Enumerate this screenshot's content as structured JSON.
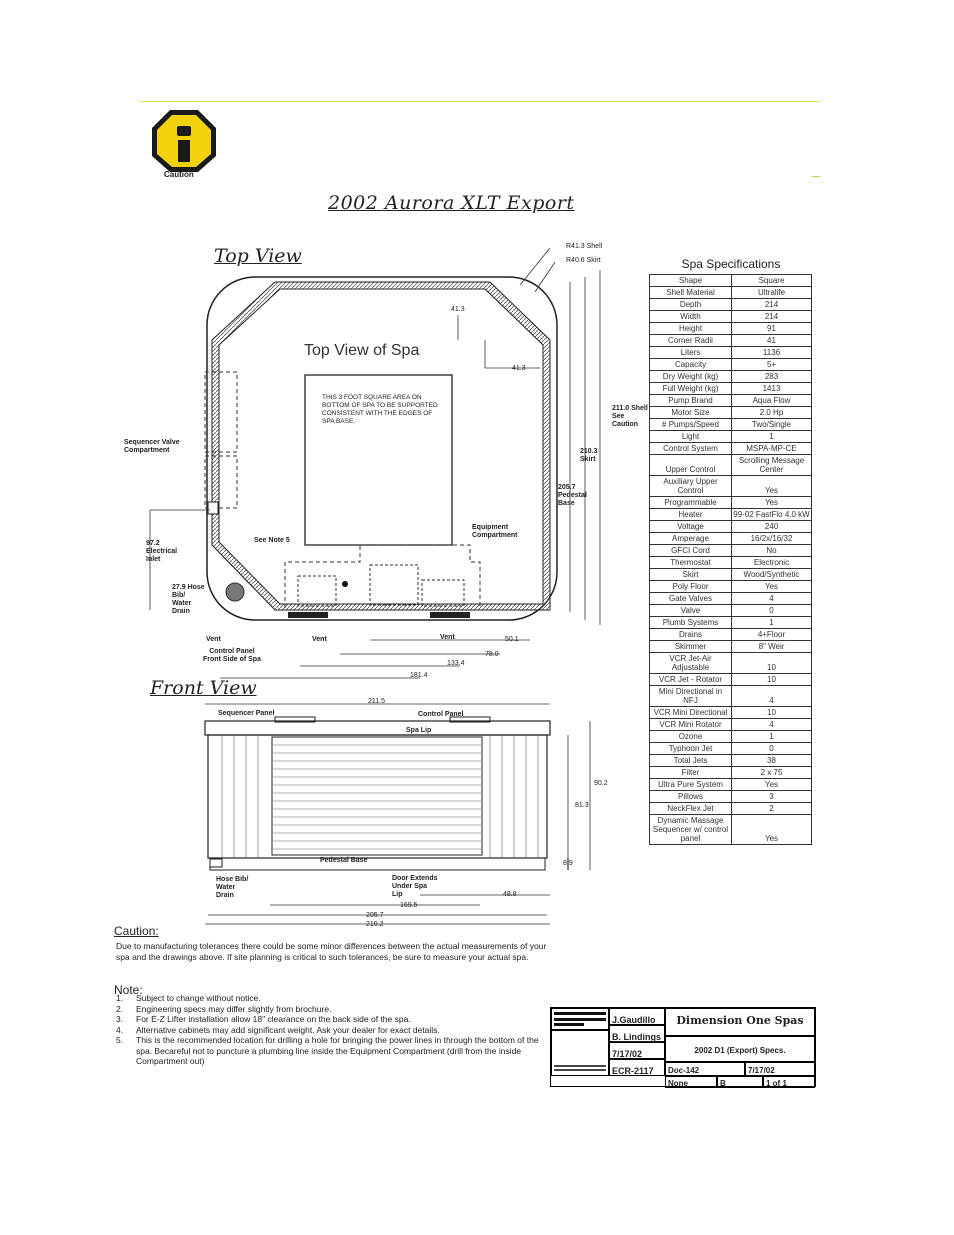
{
  "header": {
    "caution_label": "Caution",
    "title": "2002 Aurora XLT Export"
  },
  "colors": {
    "caution_yellow": "#f2d20c",
    "rule_yellow": "#e8e04a"
  },
  "top_view": {
    "title": "Top View",
    "inner_title": "Top View of Spa",
    "square_note": "THIS 3 FOOT SQUARE AREA ON BOTTOM OF SPA TO BE SUPPORTED CONSISTENT WITH THE EDGES OF SPA BASE.",
    "labels": {
      "shell_r": "R41.3 Shell",
      "skirt_r": "R40.6 Skirt",
      "dim_41_3_a": "41.3",
      "dim_41_3_b": "41.3",
      "shell_dim": "211.0 Shell See Caution",
      "skirt_dim": "210.3 Skirt",
      "pedestal_dim": "205.7 Pedestal Base",
      "sequencer_valve": "Sequencer Valve Compartment",
      "electrical_inlet": "97.2 Electrical Inlet",
      "hose_bib": "27.9 Hose Bib/ Water Drain",
      "see_note": "See Note 5",
      "equipment": "Equipment Compartment",
      "vent_a": "Vent",
      "vent_b": "Vent",
      "vent_c": "Vent",
      "control_panel": "Control Panel Front Side of Spa",
      "dim_50_1": "50.1",
      "dim_78_0": "78.0",
      "dim_133_4": "133.4",
      "dim_181_4": "181.4"
    }
  },
  "front_view": {
    "title": "Front View",
    "labels": {
      "dim_211_5": "211.5",
      "sequencer_panel": "Sequencer Panel",
      "control_panel": "Control Panel",
      "spa_lip": "Spa Lip",
      "dim_90_2": "90.2",
      "dim_81_3": "81.3",
      "dim_8_9": "8.9",
      "pedestal_base": "Pedestal Base",
      "hose_bib": "Hose Bib/ Water Drain",
      "door_extends": "Door Extends Under Spa Lip",
      "dim_48_8": "48.8",
      "dim_169_5": "169.5",
      "dim_205_7": "205.7",
      "dim_210_2": "210.2"
    }
  },
  "specs": {
    "title": "Spa Specifications",
    "rows": [
      [
        "Shape",
        "Square"
      ],
      [
        "Shell Material",
        "Ultralife"
      ],
      [
        "Depth",
        "214"
      ],
      [
        "Width",
        "214"
      ],
      [
        "Height",
        "91"
      ],
      [
        "Corner Radii",
        "41"
      ],
      [
        "Liters",
        "1136"
      ],
      [
        "Capacity",
        "5+"
      ],
      [
        "Dry Weight (kg)",
        "283"
      ],
      [
        "Full Weight (kg)",
        "1413"
      ],
      [
        "Pump Brand",
        "Aqua Flow"
      ],
      [
        "Motor Size",
        "2.0 Hp"
      ],
      [
        "# Pumps/Speed",
        "Two/Single"
      ],
      [
        "Light",
        "1"
      ],
      [
        "Control System",
        "MSPA-MP-CE"
      ],
      [
        "Upper Control",
        "Scrolling Message Center"
      ],
      [
        "Auxiliary Upper Control",
        "Yes"
      ],
      [
        "Programmable",
        "Yes"
      ],
      [
        "Heater",
        "99-02 FastFlo 4.0 kW"
      ],
      [
        "Voltage",
        "240"
      ],
      [
        "Amperage",
        "16/2x/16/32"
      ],
      [
        "GFCI Cord",
        "No"
      ],
      [
        "Thermostat",
        "Electronic"
      ],
      [
        "Skirt",
        "Wood/Synthetic"
      ],
      [
        "Poly Floor",
        "Yes"
      ],
      [
        "Gate Valves",
        "4"
      ],
      [
        "Valve",
        "0"
      ],
      [
        "Plumb Systems",
        "1"
      ],
      [
        "Drains",
        "4+Floor"
      ],
      [
        "Skimmer",
        "8\" Weir"
      ],
      [
        "VCR Jet-Air Adjustable",
        "10"
      ],
      [
        "VCR Jet - Rotator",
        "10"
      ],
      [
        "Mini Directional in NFJ",
        "4"
      ],
      [
        "VCR Mini Directional",
        "10"
      ],
      [
        "VCR Mini Rotator",
        "4"
      ],
      [
        "Ozone",
        "1"
      ],
      [
        "Typhoon Jet",
        "0"
      ],
      [
        "Total Jets",
        "38"
      ],
      [
        "Filter",
        "2 x 75"
      ],
      [
        "Ultra Pure System",
        "Yes"
      ],
      [
        "Pillows",
        "3"
      ],
      [
        "NeckFlex Jet",
        "2"
      ],
      [
        "Dynamic Massage Sequencer w/ control panel",
        "Yes"
      ]
    ]
  },
  "caution": {
    "heading": "Caution:",
    "text": "Due to manufacturing tolerances there could be some minor differences between the actual measurements of your spa and the drawings above. If site planning is critical to such tolerances, be sure to measure your actual spa."
  },
  "notes": {
    "heading": "Note:",
    "items": [
      [
        "1.",
        "Subject to change without notice."
      ],
      [
        "2.",
        "Engineering specs may differ slightly from brochure."
      ],
      [
        "3.",
        "For E-Z Lifter installation allow 18\" clearance on the back side of the spa."
      ],
      [
        "4.",
        "Alternative cabinets may add significant weight. Ask your dealer for exact details."
      ],
      [
        "5.",
        "This is the recommended location for drilling a hole for bringing the power lines in through the bottom of the spa. Becareful not to puncture a plumbing line inside the Equipment Compartment (drill from the inside Compartment out)"
      ]
    ]
  },
  "title_block": {
    "drawn_by": "J.Gaudillo",
    "engineer": "B. Lindings",
    "date_a": "7/17/02",
    "ecr": "ECR-2117",
    "company": "Dimension One Spas",
    "drawing_title": "2002 D1 (Export) Specs.",
    "doc_no": "Doc-142",
    "date_b": "7/17/02",
    "scale": "None",
    "rev": "B",
    "sheet": "1 of 1"
  }
}
